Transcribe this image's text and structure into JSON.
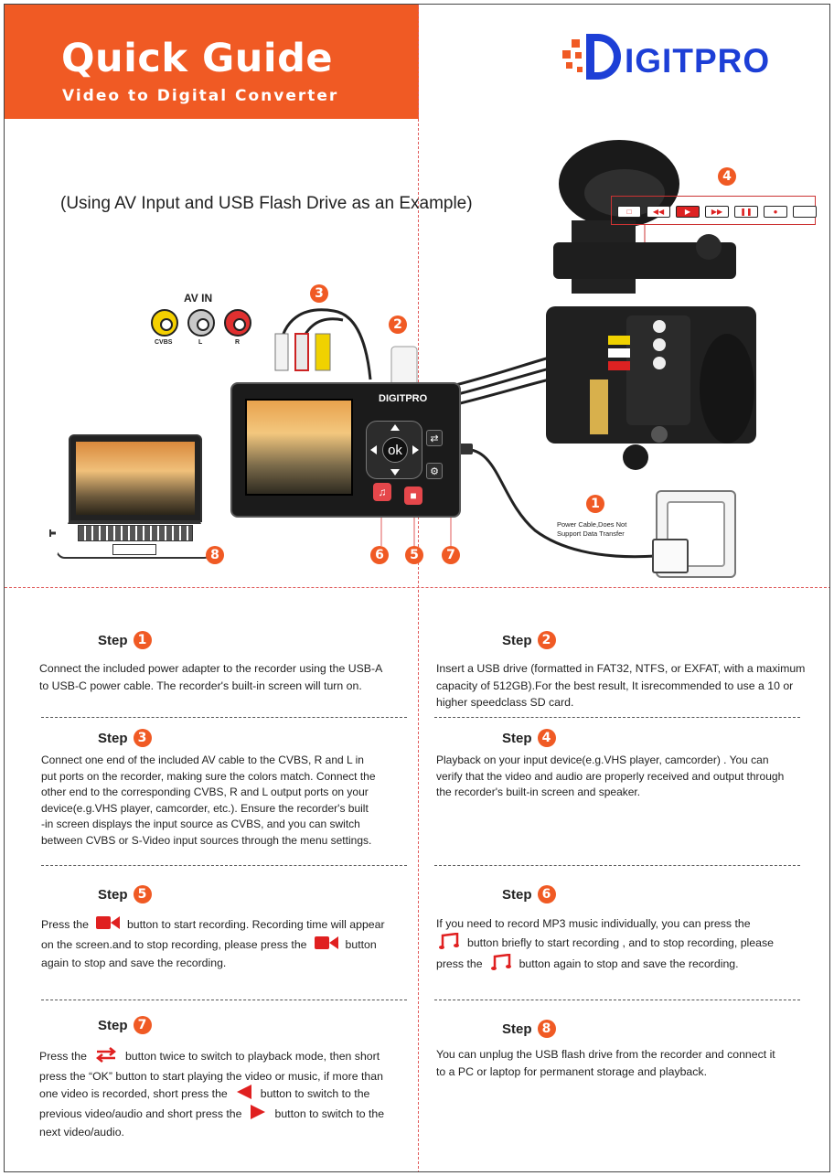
{
  "header": {
    "title": "Quick Guide",
    "subtitle": "Video to Digital Converter"
  },
  "brand": {
    "logo_text": "IGITPRO",
    "device_brand": "DIGITPRO",
    "accent": "#f05a24",
    "logo_color": "#1d3fd6"
  },
  "diagram": {
    "example_caption": "(Using AV Input and USB Flash Drive as an Example)",
    "av_in_label": "AV IN",
    "jack_labels": [
      "CVBS",
      "L",
      "R"
    ],
    "ok_label": "ok",
    "power_cable_note": "Power Cable,Does Not Support Data Transfer",
    "callouts": [
      "1",
      "2",
      "3",
      "4",
      "5",
      "6",
      "7",
      "8"
    ]
  },
  "steps": [
    {
      "label": "Step",
      "num": "1",
      "text": [
        "Connect the included power adapter to the recorder using the USB-A",
        "to USB-C power cable. The recorder's built-in screen will turn on."
      ]
    },
    {
      "label": "Step",
      "num": "2",
      "text": [
        "Insert a USB drive (formatted in FAT32, NTFS, or EXFAT, with a maximum",
        "capacity of 512GB).For the best result, It isrecommended to use a 10 or",
        "higher speedclass SD card."
      ]
    },
    {
      "label": "Step",
      "num": "3",
      "text": [
        "Connect one end of the included AV cable to the CVBS, R and L in",
        "put ports on the recorder, making sure the colors match. Connect the",
        "other end to the corresponding CVBS, R and L output ports on your",
        "device(e.g.VHS player, camcorder, etc.). Ensure the recorder's built",
        "-in screen displays the input source as CVBS, and you can switch",
        "between CVBS or S-Video input sources through the menu settings."
      ]
    },
    {
      "label": "Step",
      "num": "4",
      "text": [
        "Playback on your input device(e.g.VHS player, camcorder) . You can",
        "verify that the video and audio are properly received and output through",
        "the recorder's built-in screen and speaker."
      ]
    },
    {
      "label": "Step",
      "num": "5",
      "l1a": "Press the",
      "l1b": "button to start recording. Recording time will appear",
      "l2a": "on the screen.and to stop recording, please press the",
      "l2b": "button",
      "l3": "again to stop and save the recording."
    },
    {
      "label": "Step",
      "num": "6",
      "l1": "If you need to record MP3 music individually, you can press the",
      "l2": "button briefly to start recording , and to stop recording, please",
      "l3a": "press the",
      "l3b": "button again to stop and save the recording."
    },
    {
      "label": "Step",
      "num": "7",
      "l1a": "Press the",
      "l1b": "button twice to switch to playback mode, then short",
      "l2": "press the “OK” button to start playing the video or music, if more than",
      "l3a": "one video is recorded, short press the",
      "l3b": "button to switch to the",
      "l4a": "previous video/audio and short press the",
      "l4b": "button to switch to the",
      "l5": "next video/audio."
    },
    {
      "label": "Step",
      "num": "8",
      "text": [
        "You can unplug the USB flash drive  from the recorder and connect it",
        "to a PC or laptop for permanent storage and playback."
      ]
    }
  ]
}
